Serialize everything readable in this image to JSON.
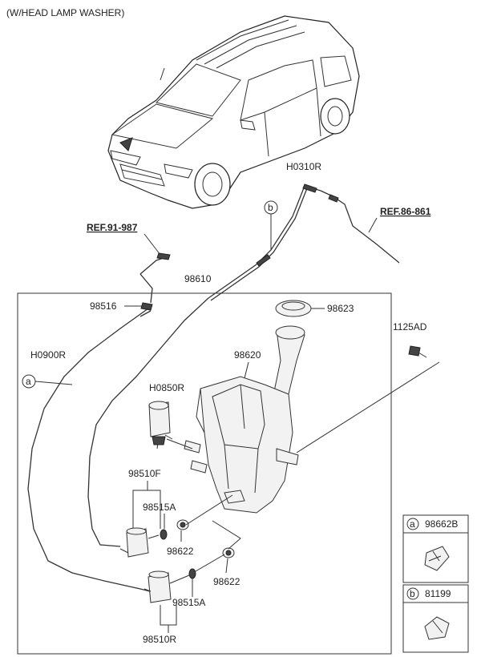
{
  "header": {
    "title": "(W/HEAD LAMP WASHER)"
  },
  "refs": {
    "left": "REF.91-987",
    "right": "REF.86-861"
  },
  "hoses": {
    "main": "98610",
    "right": "H0310R",
    "left_outer": "H0900R",
    "left_inner": "H0850R"
  },
  "parts": {
    "clip_upper": "98516",
    "cap": "98623",
    "reservoir": "98620",
    "bolt": "1125AD",
    "pump_bracket": "98510F",
    "grommet_upper": "98515A",
    "seal_upper": "98622",
    "seal_lower": "98622",
    "grommet_lower": "98515A",
    "pump_lower": "98510R"
  },
  "callouts": {
    "a": "a",
    "b": "b"
  },
  "legend": {
    "a": {
      "marker": "a",
      "code": "98662B"
    },
    "b": {
      "marker": "b",
      "code": "81199"
    }
  }
}
